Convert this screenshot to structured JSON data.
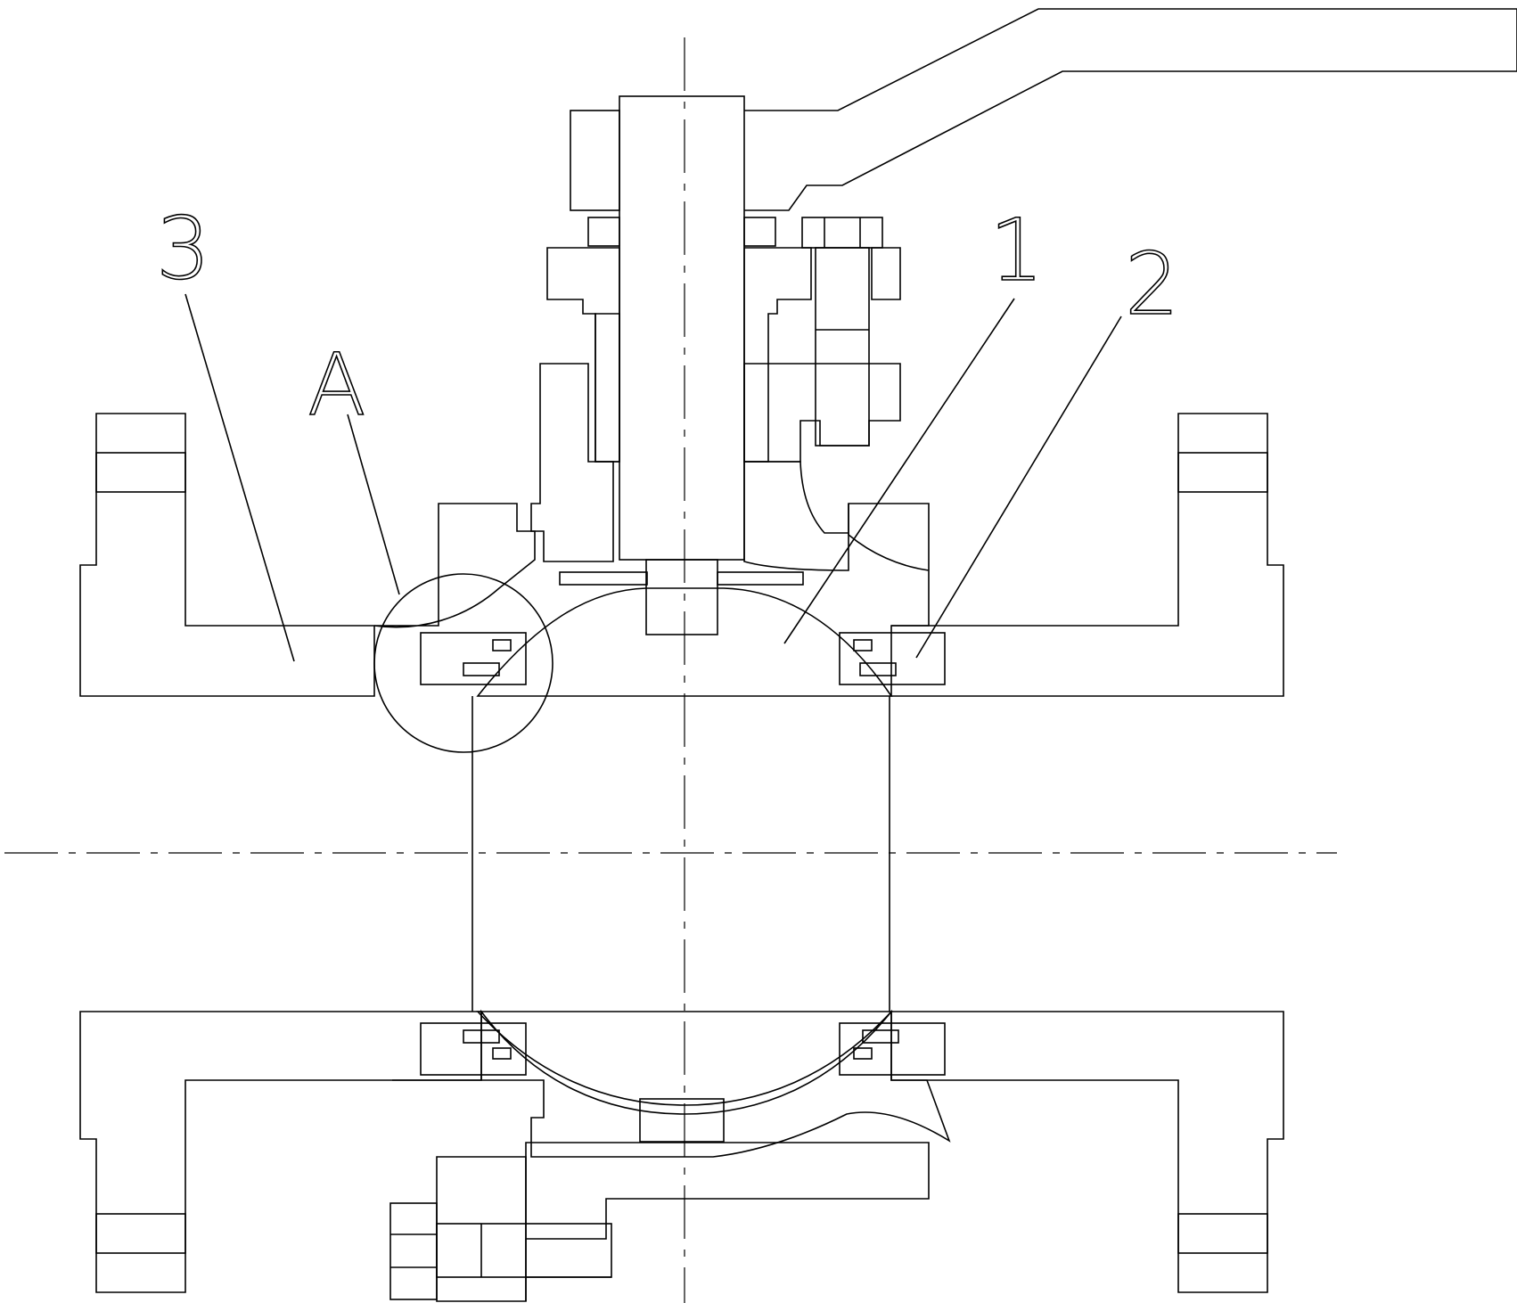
{
  "labels": {
    "part_1": "1",
    "part_2": "2",
    "part_3": "3",
    "detail_a": "A"
  },
  "colors": {
    "line": "#000000",
    "background": "#ffffff",
    "seal_fill": "#cfcfcf"
  }
}
